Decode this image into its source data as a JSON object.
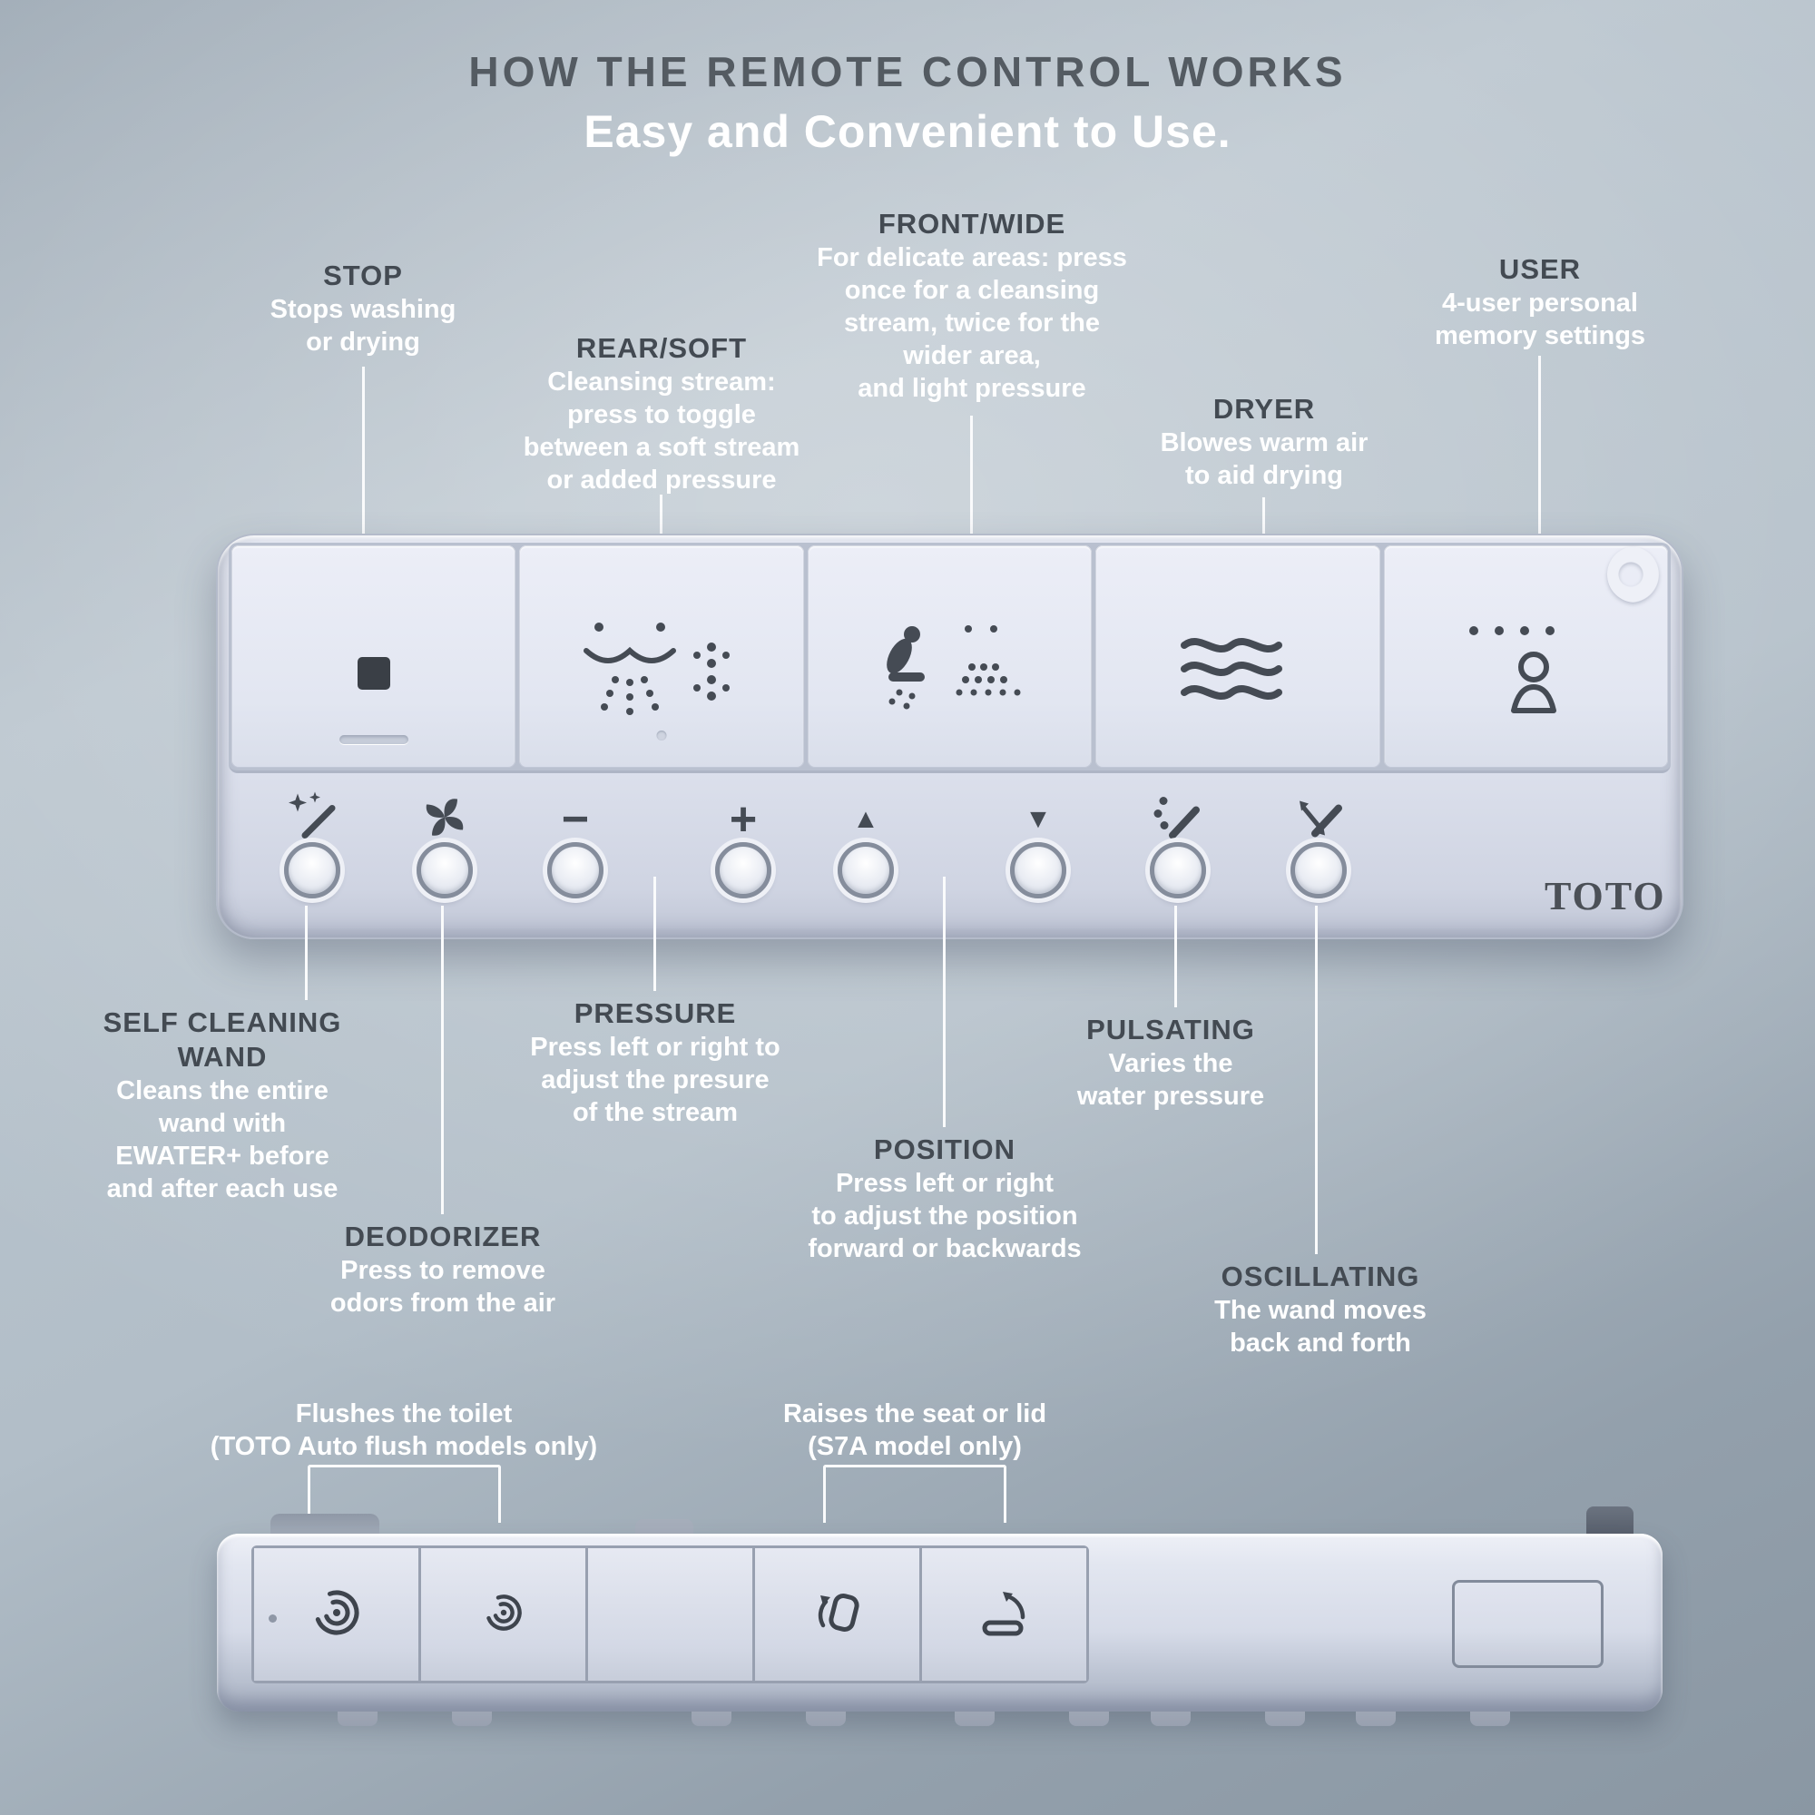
{
  "title": {
    "line1": "HOW THE REMOTE CONTROL WORKS",
    "line2": "Easy and Convenient to Use."
  },
  "brand": "TOTO",
  "callouts": {
    "stop": {
      "title": "STOP",
      "desc": "Stops washing\nor drying"
    },
    "rear_soft": {
      "title": "REAR/SOFT",
      "desc": "Cleansing stream:\npress to toggle\nbetween a soft stream\nor added pressure"
    },
    "front_wide": {
      "title": "FRONT/WIDE",
      "desc": "For delicate areas: press\nonce for a cleansing\nstream, twice for the\nwider area,\nand light pressure"
    },
    "dryer": {
      "title": "DRYER",
      "desc": "Blowes warm air\nto aid drying"
    },
    "user": {
      "title": "USER",
      "desc": "4-user personal\nmemory settings"
    },
    "self_cleaning_wand": {
      "title": "SELF CLEANING\nWAND",
      "desc": "Cleans the entire\nwand with\nEWATER+ before\nand after each use"
    },
    "deodorizer": {
      "title": "DEODORIZER",
      "desc": "Press to remove\nodors from the air"
    },
    "pressure": {
      "title": "PRESSURE",
      "desc": "Press left or right to\nadjust the presure\nof the stream"
    },
    "position": {
      "title": "POSITION",
      "desc": "Press left or right\nto adjust the position\nforward or backwards"
    },
    "pulsating": {
      "title": "PULSATING",
      "desc": "Varies the\nwater pressure"
    },
    "oscillating": {
      "title": "OSCILLATING",
      "desc": "The wand moves\nback and forth"
    },
    "flush": {
      "desc": "Flushes the toilet\n(TOTO Auto flush models only)"
    },
    "seat_lid": {
      "desc": "Raises the seat or lid\n(S7A model only)"
    }
  },
  "glyphs": {
    "minus": "−",
    "plus": "+",
    "up": "▲",
    "down": "▼"
  },
  "icons": {
    "stop": "stop-square-icon",
    "rear_soft": "rear-soft-spray-icon",
    "front_wide": "front-wide-spray-icon",
    "dryer": "dryer-waves-icon",
    "user": "user-person-icon",
    "self_cleaning_wand": "wand-sparkle-icon",
    "deodorizer": "fan-icon",
    "pulsating": "pulsating-spray-icon",
    "oscillating": "oscillating-arrow-icon",
    "flush_full": "flush-swirl-icon",
    "flush_light": "flush-swirl-small-icon",
    "lid_raise": "lid-raise-icon",
    "seat_raise": "seat-raise-icon"
  },
  "colors": {
    "label_title": "#434a52",
    "label_desc": "#ffffff",
    "remote_body": "#dfe3ee",
    "icon": "#454b54"
  }
}
